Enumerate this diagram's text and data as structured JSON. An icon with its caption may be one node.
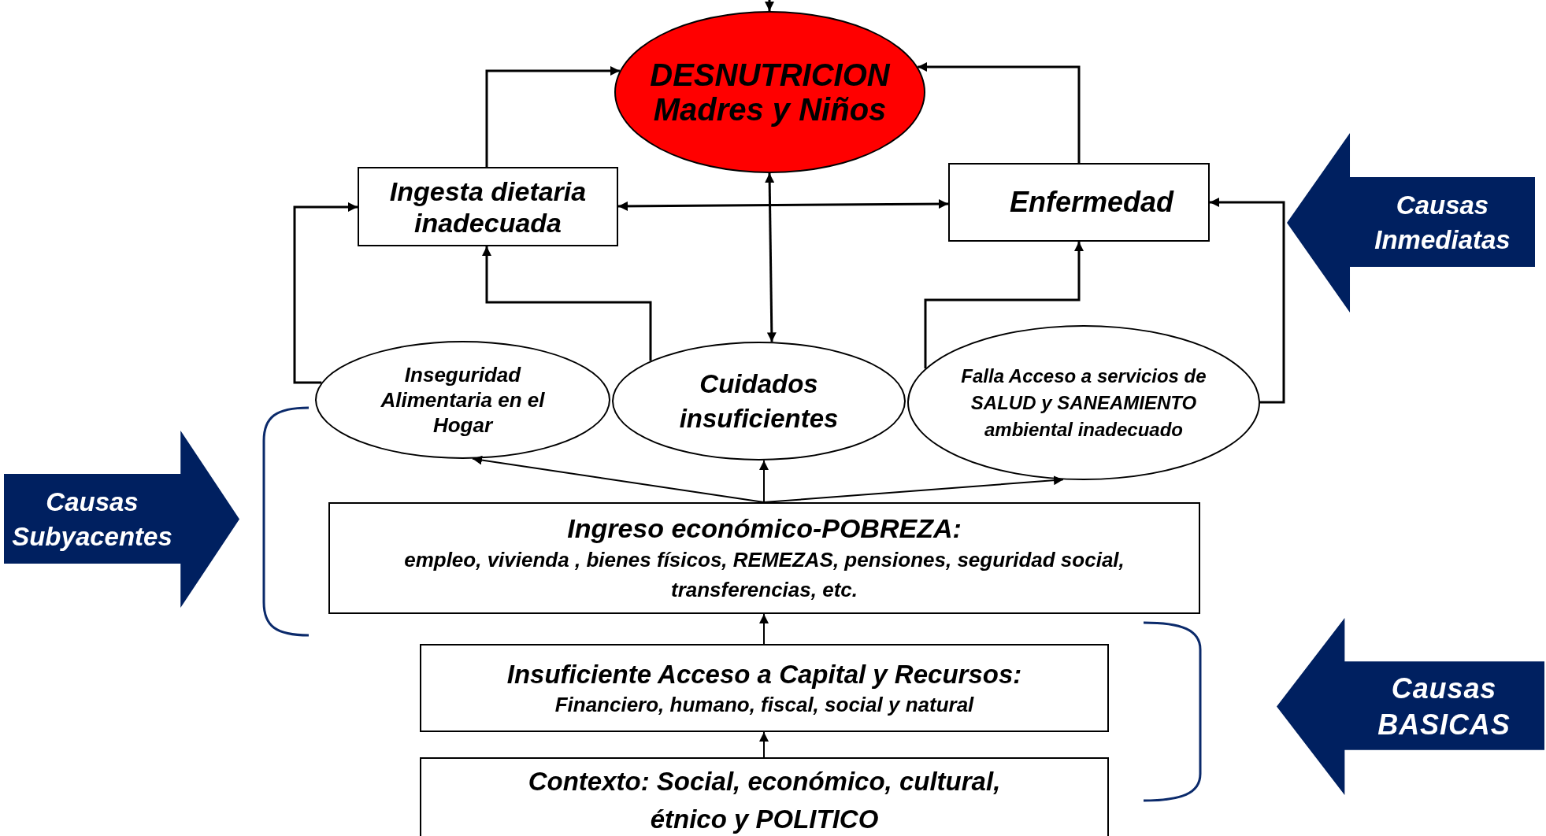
{
  "diagram": {
    "nodes": [
      {
        "text": [
          "DESNUTRICION Madres y Niños"
        ]
      },
      {
        "text": [
          "Ingesta dietaria inadecuada"
        ]
      },
      {
        "text": [
          "Enfermedad"
        ]
      },
      {
        "text": [
          "Inseguridad Alimentaria en el Hogar"
        ]
      },
      {
        "text": [
          "Cuidados insuficientes"
        ]
      },
      {
        "text": [
          "Falla Acceso a servicios de SALUD y SANEAMIENTO ambiental inadecuado"
        ]
      },
      {
        "text": [
          "Ingreso económico-POBREZA:",
          "empleo, vivienda , bienes físicos, REMEZAS, pensiones, seguridad social, transferencias,  etc."
        ]
      },
      {
        "text": [
          "Insuficiente Acceso a Capital y Recursos:",
          "Financiero, humano, fiscal, social y natural"
        ]
      },
      {
        "text": [
          "Contexto: Social, económico, cultural, étnico y POLITICO"
        ]
      },
      {
        "text": [
          "Causas Inmediatas"
        ]
      },
      {
        "text": [
          "Causas Subyacentes"
        ]
      },
      {
        "text": [
          "Causas BASICAS"
        ]
      }
    ],
    "edges": [
      {
        "from": null,
        "to": 0,
        "arrow": "to"
      },
      {
        "from": 1,
        "to": 0,
        "arrow": "to"
      },
      {
        "from": 2,
        "to": 0,
        "arrow": "to"
      },
      {
        "from": 1,
        "to": 2,
        "arrow": "both"
      },
      {
        "from": 4,
        "to": 0,
        "arrow": "both"
      },
      {
        "from": 3,
        "to": 1,
        "arrow": "to"
      },
      {
        "from": 4,
        "to": 1,
        "arrow": "to"
      },
      {
        "from": 5,
        "to": 2,
        "arrow": "to"
      },
      {
        "from": 5,
        "to": 2,
        "arrow": "to"
      },
      {
        "from": 6,
        "to": 3,
        "arrow": "to"
      },
      {
        "from": 6,
        "to": 4,
        "arrow": "to"
      },
      {
        "from": 6,
        "to": 5,
        "arrow": "to"
      },
      {
        "from": 7,
        "to": 6,
        "arrow": "to"
      },
      {
        "from": 8,
        "to": 7,
        "arrow": "to"
      }
    ]
  }
}
